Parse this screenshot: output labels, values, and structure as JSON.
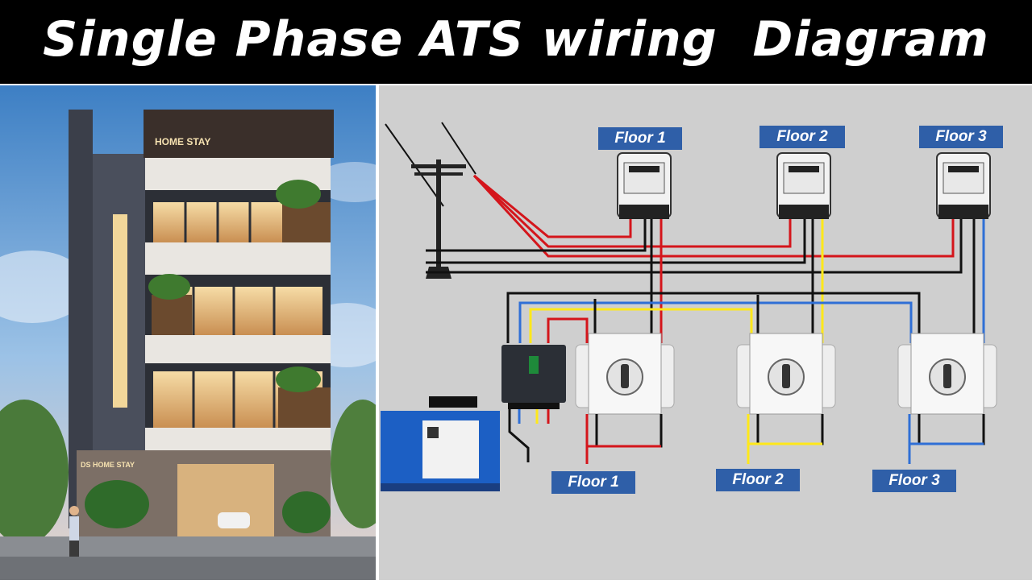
{
  "title": "Single Phase ATS wiring  Diagram",
  "building": {
    "sign_top": "HOME STAY",
    "sign_bottom": "DS HOME STAY"
  },
  "meters": [
    {
      "label": "Floor 1"
    },
    {
      "label": "Floor 2"
    },
    {
      "label": "Floor 3"
    }
  ],
  "outputs": [
    {
      "label": "Floor 1"
    },
    {
      "label": "Floor 2"
    },
    {
      "label": "Floor 3"
    }
  ],
  "colors": {
    "label_bg": "#2f5fa8",
    "wire_phase": "#d4151b",
    "wire_neutral": "#111111",
    "wire_blue": "#2f6fd6",
    "wire_yellow": "#ffe81a",
    "generator": "#1c5fc4"
  }
}
